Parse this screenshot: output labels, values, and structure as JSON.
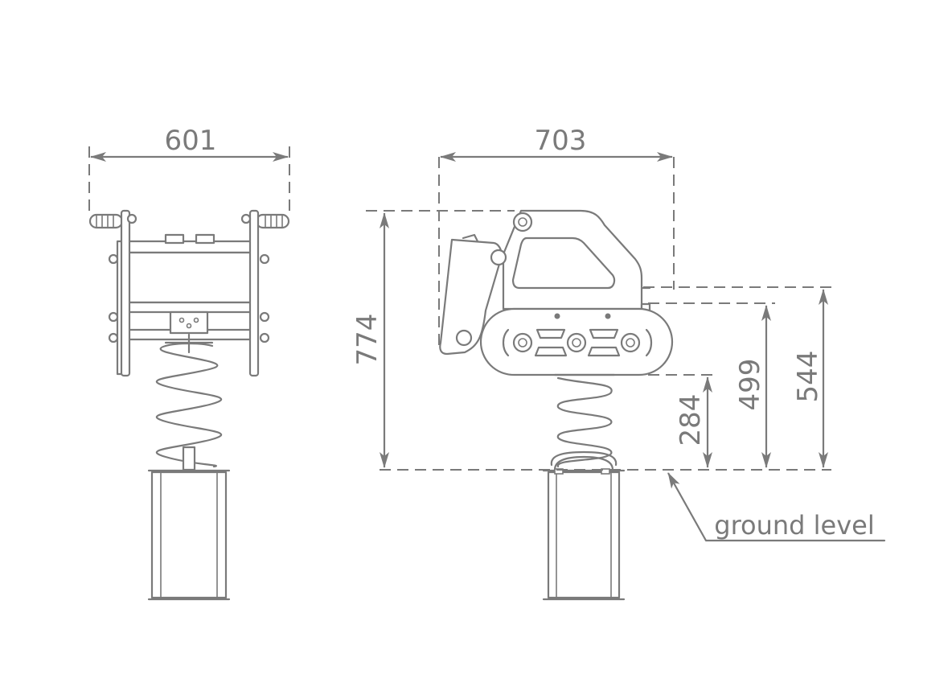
{
  "dimensions": {
    "width_front": "601",
    "length_side": "703",
    "height_total": "774",
    "height_seat": "544",
    "height_mid": "499",
    "height_spring": "284"
  },
  "labels": {
    "ground_level": "ground level"
  },
  "colors": {
    "line": "#7a7a7a",
    "background": "#ffffff"
  }
}
